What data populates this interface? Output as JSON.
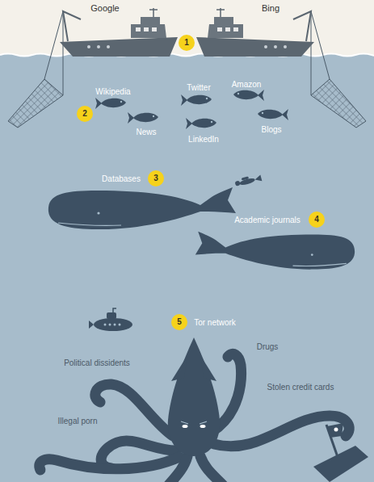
{
  "diagram": {
    "nodes": [
      {
        "text": [
          "Google"
        ]
      },
      {
        "text": [
          "Bing"
        ]
      },
      {
        "text": [
          "1"
        ]
      },
      {
        "text": [
          "2"
        ]
      },
      {
        "text": [
          "3"
        ]
      },
      {
        "text": [
          "4"
        ]
      },
      {
        "text": [
          "5"
        ]
      }
    ],
    "labels": [
      "Wikipedia",
      "Twitter",
      "Amazon",
      "News",
      "LinkedIn",
      "Blogs",
      "Databases",
      "Academic journals",
      "Tor network",
      "Political dissidents",
      "Drugs",
      "Stolen credit cards",
      "Illegal porn"
    ]
  }
}
